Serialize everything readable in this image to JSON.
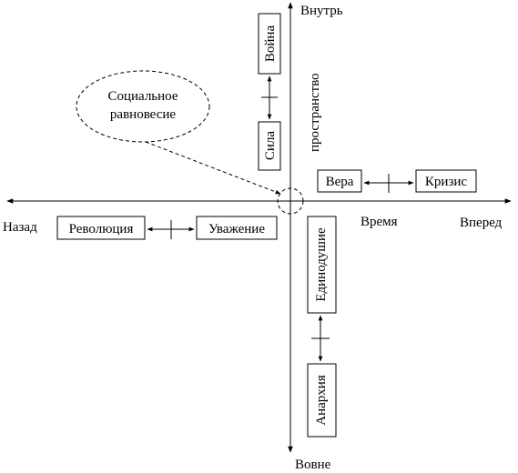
{
  "axes": {
    "up": "Внутрь",
    "down": "Вовне",
    "left": "Назад",
    "right": "Вперед",
    "horizontal_label": "Время",
    "vertical_label": "пространство"
  },
  "equilibrium": {
    "line1": "Социальное",
    "line2": "равновесие"
  },
  "pairs": {
    "upper": [
      "Война",
      "Сила"
    ],
    "right": [
      "Вера",
      "Кризис"
    ],
    "left": [
      "Революция",
      "Уважение"
    ],
    "lower": [
      "Единодушие",
      "Анархия"
    ]
  }
}
